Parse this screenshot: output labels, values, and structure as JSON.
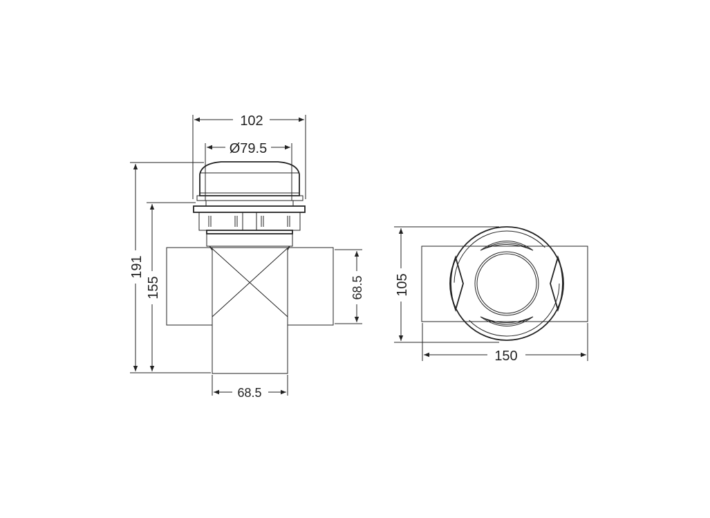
{
  "drawing": {
    "dimensions": {
      "overall_width": "102",
      "cap_diameter": "Ø79.5",
      "overall_height": "191",
      "body_height": "155",
      "side_outlet": "68.5",
      "bottom_outlet": "68.5",
      "front_height": "105",
      "front_width": "150"
    },
    "line_color": "#222222"
  }
}
